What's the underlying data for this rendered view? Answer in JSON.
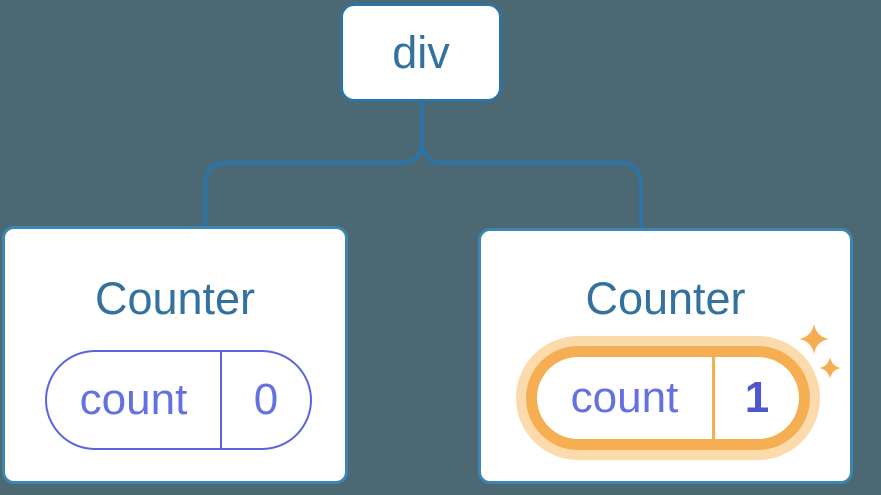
{
  "colors": {
    "background": "#4C6873",
    "connector": "#2C74A6",
    "card_border": "#3D85B3",
    "card_bg": "#FFFFFF",
    "node_text": "#33719E",
    "pill_border": "#5B65DB",
    "pill_text": "#6371E3",
    "pill_value_highlight": "#4E57CE",
    "highlight_orange": "#F6AE52",
    "highlight_halo": "#FBDBAB"
  },
  "tree": {
    "root": {
      "label": "div"
    },
    "children": [
      {
        "title": "Counter",
        "state_pill": {
          "key": "count",
          "value": "0"
        },
        "highlighted": false
      },
      {
        "title": "Counter",
        "state_pill": {
          "key": "count",
          "value": "1"
        },
        "highlighted": true,
        "icon": "sparkles-icon"
      }
    ]
  }
}
